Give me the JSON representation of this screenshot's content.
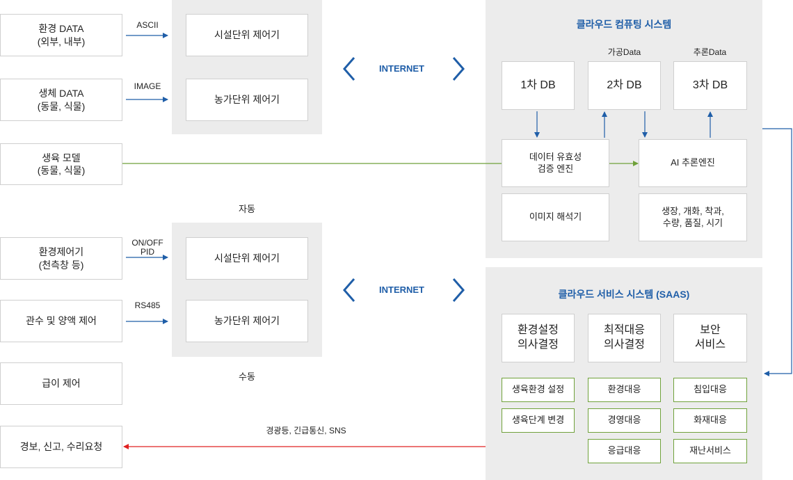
{
  "left_inputs": {
    "env_data": [
      "환경 DATA",
      "(외부, 내부)"
    ],
    "bio_data": [
      "생체 DATA",
      "(동물, 식물)"
    ],
    "growth_model": [
      "생육 모델",
      "(동물, 식물)"
    ],
    "env_controller": [
      "환경제어기",
      "(천측창 등)"
    ],
    "irrigation": "관수 및 양액 제어",
    "feeding": "급이 제어",
    "alarm": "경보, 신고, 수리요청"
  },
  "arrow_labels": {
    "ascii": "ASCII",
    "image": "IMAGE",
    "onoff": [
      "ON/OFF",
      "PID"
    ],
    "rs485": "RS485",
    "alarm_channels": "경광등, 긴급통신, SNS"
  },
  "controllers_top": {
    "facility": "시설단위 제어기",
    "farm": "농가단위 제어기"
  },
  "controllers_bottom": {
    "facility": "시설단위 제어기",
    "farm": "농가단위 제어기",
    "auto_label": "자동",
    "manual_label": "수동"
  },
  "internet": {
    "top": "INTERNET",
    "bottom": "INTERNET"
  },
  "cloud_computing": {
    "title": "클라우드 컴퓨팅 시스템",
    "db_labels": {
      "db2": "가공Data",
      "db3": "추론Data"
    },
    "db1": "1차 DB",
    "db2": "2차 DB",
    "db3": "3차 DB",
    "validation_engine": [
      "데이터 유효성",
      "검증 엔진"
    ],
    "ai_engine": "AI 추론엔진",
    "image_analyzer": "이미지 해석기",
    "outputs": [
      "생장, 개화, 착과,",
      "수량, 품질, 시기"
    ]
  },
  "cloud_service": {
    "title": "클라우드 서비스 시스템 (SAAS)",
    "col1_header": [
      "환경설정",
      "의사결정"
    ],
    "col2_header": [
      "최적대응",
      "의사결정"
    ],
    "col3_header": [
      "보안",
      "서비스"
    ],
    "col1_items": [
      "생육환경 설정",
      "생육단계 변경"
    ],
    "col2_items": [
      "환경대응",
      "경영대응",
      "응급대응"
    ],
    "col3_items": [
      "침입대응",
      "화재대응",
      "재난서비스"
    ]
  },
  "colors": {
    "blue_arrow": "#1f5ea8",
    "green_line": "#6fa13a",
    "red_arrow": "#e02020",
    "panel": "#ececec"
  }
}
